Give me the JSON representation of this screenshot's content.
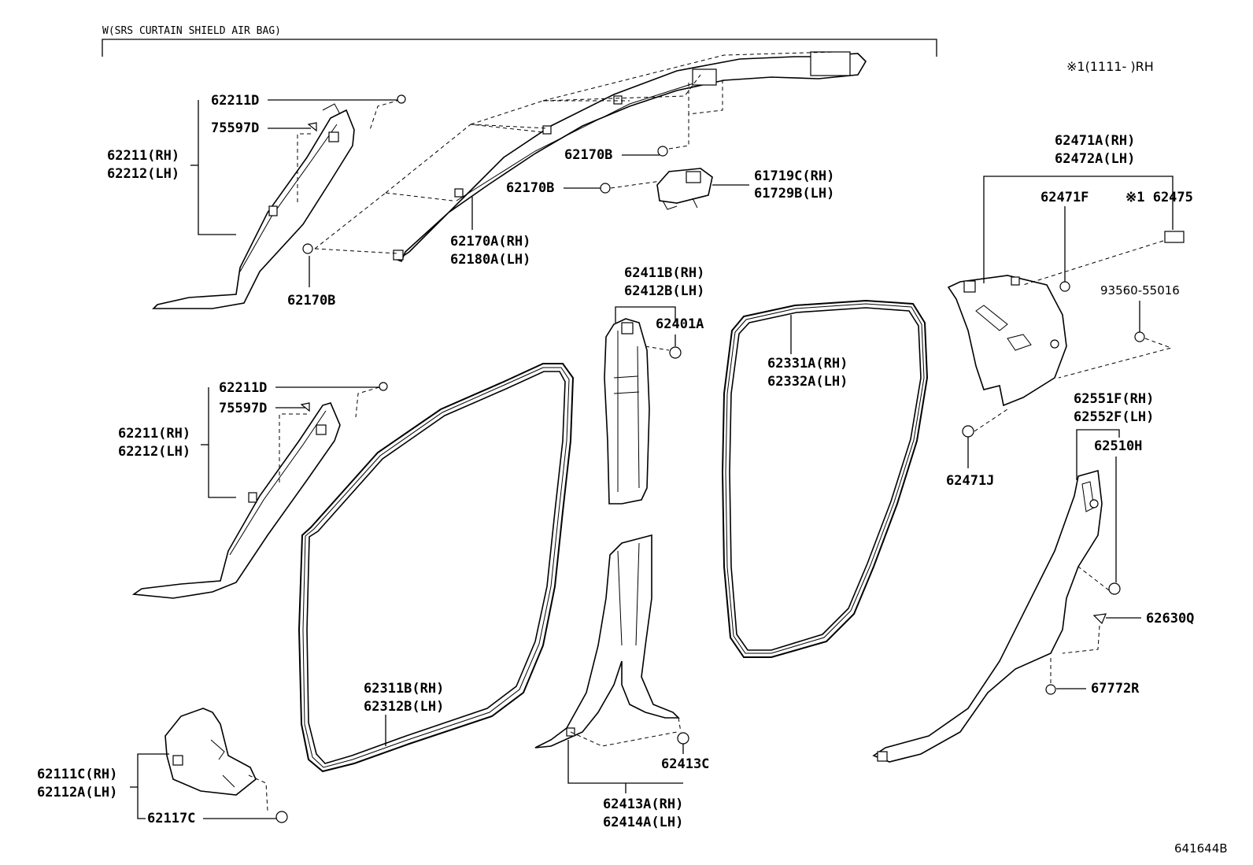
{
  "header": {
    "variant": "W(SRS CURTAIN SHIELD AIR BAG)",
    "note": "※1(1111-      )RH",
    "code": "641644B"
  },
  "labels": {
    "p62211D_a": "62211D",
    "p75597D_a": "75597D",
    "p62211_a": "62211(RH)",
    "p62212_a": "62212(LH)",
    "p62170B_top": "62170B",
    "p62170B_mid": "62170B",
    "p62170B_low": "62170B",
    "p61719C": "61719C(RH)",
    "p61729B": "61729B(LH)",
    "p62170A": "62170A(RH)",
    "p62180A": "62180A(LH)",
    "p62471A": "62471A(RH)",
    "p62472A": "62472A(LH)",
    "p62471F": "62471F",
    "p62475": "※1 62475",
    "p93560": "93560-55016",
    "p62471J": "62471J",
    "p62551F": "62551F(RH)",
    "p62552F": "62552F(LH)",
    "p62510H": "62510H",
    "p62630Q": "62630Q",
    "p67772R": "67772R",
    "p62411B": "62411B(RH)",
    "p62412B": "62412B(LH)",
    "p62401A": "62401A",
    "p62331A": "62331A(RH)",
    "p62332A": "62332A(LH)",
    "p62211D_b": "62211D",
    "p75597D_b": "75597D",
    "p62211_b": "62211(RH)",
    "p62212_b": "62212(LH)",
    "p62311B": "62311B(RH)",
    "p62312B": "62312B(LH)",
    "p62413C": "62413C",
    "p62413A": "62413A(RH)",
    "p62414A": "62414A(LH)",
    "p62111C": "62111C(RH)",
    "p62112A": "62112A(LH)",
    "p62117C": "62117C"
  }
}
